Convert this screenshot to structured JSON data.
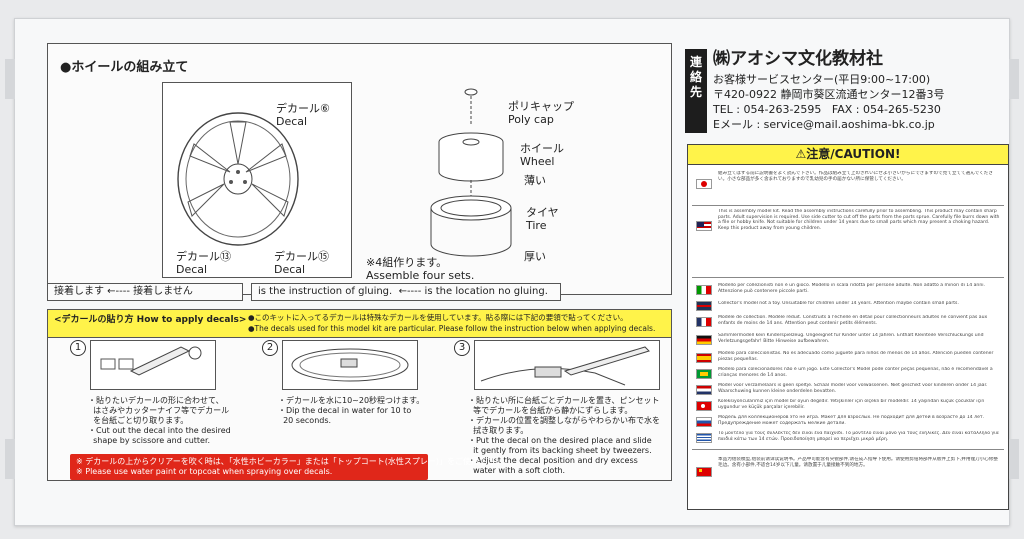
{
  "assembly": {
    "title": "●ホイールの組み立て",
    "decal6": "デカール⑥\nDecal",
    "decal13": "デカール⑬\nDecal",
    "decal15": "デカール⑮\nDecal",
    "polycap": "ポリキャップ\nPoly cap",
    "wheel": "ホイール\nWheel",
    "thin": "薄い",
    "tire": "タイヤ\nTire",
    "thick": "厚い",
    "four_sets": "※4組作ります。\nAssemble four sets."
  },
  "legend": {
    "jp": "接着します ←---- 接着しません",
    "en": "is the instruction of gluing.  ←---- is the location no gluing."
  },
  "howto": {
    "title": "<デカールの貼り方 How to apply decals>",
    "note_jp": "●このキットに入ってるデカールは特殊なデカールを使用しています。貼る際には下記の要領で貼ってください。",
    "note_en": "●The decals used for this model kit are particular. Please follow the instruction below when applying decals.",
    "steps": [
      {
        "num": "1",
        "text": "・貼りたいデカールの形に合わせて、\n  はさみやカッターナイフ等でデカール\n  を台紙ごと切り取ります。\n・Cut out the decal into the desired\n  shape by scissore and cutter."
      },
      {
        "num": "2",
        "text": "・デカールを水に10~20秒程つけます。\n・Dip the decal in water for 10 to\n  20 seconds."
      },
      {
        "num": "3",
        "text": "・貼りたい所に台紙ごとデカールを置き、ピンセット\n  等でデカールを台紙から静かにずらします。\n・デカールの位置を調整しながらやわらかい布で水を\n  拭き取ります。\n・Put the decal on the desired place and slide\n  it gently from its backing sheet by tweezers.\n・Adjust the decal position and dry excess\n  water with a soft cloth."
      }
    ],
    "warning": "※ デカールの上からクリアーを吹く時は、「水性ホビーカラー」または「トップコート(水性スプレー)」をご使用下さい。\n※ Please use water paint or topcoat when spraying over decals."
  },
  "company": {
    "contact": "連\n絡\n先",
    "name": "㈱アオシマ文化教材社",
    "center": "お客様サービスセンター(平日9:00~17:00)",
    "address": "〒420-0922 静岡市葵区流通センター12番3号",
    "tel": "TEL : 054-263-2595   FAX : 054-265-5230",
    "email": "Eメール : service@mail.aoshima-bk.co.jp"
  },
  "caution": {
    "title": "⚠注意/CAUTION!",
    "blocks": [
      {
        "flag": "jp",
        "text": "組み立てはする前に説明書をよく読んで下さい。作品は組み立て上のきれいにせよ小さいからにできますので見て立てて選んでください。小さな部品が多く含まれておりますので乳幼児の手の届かない所に保管してください。"
      },
      {
        "flag": "us",
        "text": "This is assembly model kit. Read the assembly instructions carefully prior to assembling. This product may contain sharp parts. Adult supervision is required. Use side cutter to cut off the parts from the parts sprue. Carefully file burrs down with a file or hobby knife. Not suitable for children under 14 years due to small parts which may present a choking hazard. Keep this product away from young children."
      },
      {
        "flag": "it",
        "text": "Modello per collezionisti non è un gioco. Modello in scala ridotta per persone adulte. Non adatto a minori di 14 anni. Attenzione può contenere piccole parti."
      },
      {
        "flag": "gb",
        "text": "Collector's model not a toy. Unsuitable for children under 14 years. Attention maybe contain small parts."
      },
      {
        "flag": "fr",
        "text": "Modèle de collection. Modèle réduit. Construits à l'échelle en détail pour collectionneurs adultes ne convient pas aux enfants de moins de 14 ans. Attention peut contenir petits éléments."
      },
      {
        "flag": "de",
        "text": "Sammlermodell kein Kinderspielzeug. Ungeeignet für Kinder unter 14 Jahren. Enthält Kleinteile Verschluckungs und Verletzungsgefahr! Bitte Hinweise aufbewahren."
      },
      {
        "flag": "es",
        "text": "Modelo para coleccionistas. No es adecuado como juguete para niños de menos de 14 años. Atención pueden contener piezas pequeñas."
      },
      {
        "flag": "br",
        "text": "Modelo para colecionadores não é um jogo. Este Collector's Model pode conter peças pequenas, não é recomendável a crianças menores de 14 anos."
      },
      {
        "flag": "nl",
        "text": "Model voor verzamelaars is geen speltje. Schaal model voor volwassenen. Niet geschikt voor kinderen onder 14 jaar. Waarschuwing kunnen kleine onderdelen bevatten."
      },
      {
        "flag": "tr",
        "text": "Koleksiyoncularımız için model bir oyun değildir. Yetişkinler için ölçekli bir modeldir. 14 yaşından küçük çocuklar için uygundur ve küçük parçalar içerebilir."
      },
      {
        "flag": "ru",
        "text": "Модель для коллекционеров это не игра. Макет для взрослых. Не подходит для детей в возрасте до 14 лет. Предупреждение может содержать мелкие детали."
      },
      {
        "flag": "gr",
        "text": "Το μοντέλο για τους συλλέκτες δεν είναι ένα παιχνίδι. Το μοντέλο είναι μόνο για τους ενήλικες. Δεν είναι κατάλληλο για παιδιά κάτω των 14 ετών. Προειδοποίηση μπορεί να περιέχει μικρά μέρη."
      },
      {
        "flag": "cn",
        "text": "本品为组装模型,组装前请详读说明书。产品中可能含有尖锐部件,请在成人指导下使用。请使用剪钳将部件从板件上剪下,并用锉刀小心修整毛边。含有小部件,不适合14岁以下儿童。请放置于儿童接触不到的地方。"
      }
    ]
  },
  "colors": {
    "yellow": "#fff34a",
    "red": "#e0271a",
    "dark": "#1d1d1d"
  }
}
